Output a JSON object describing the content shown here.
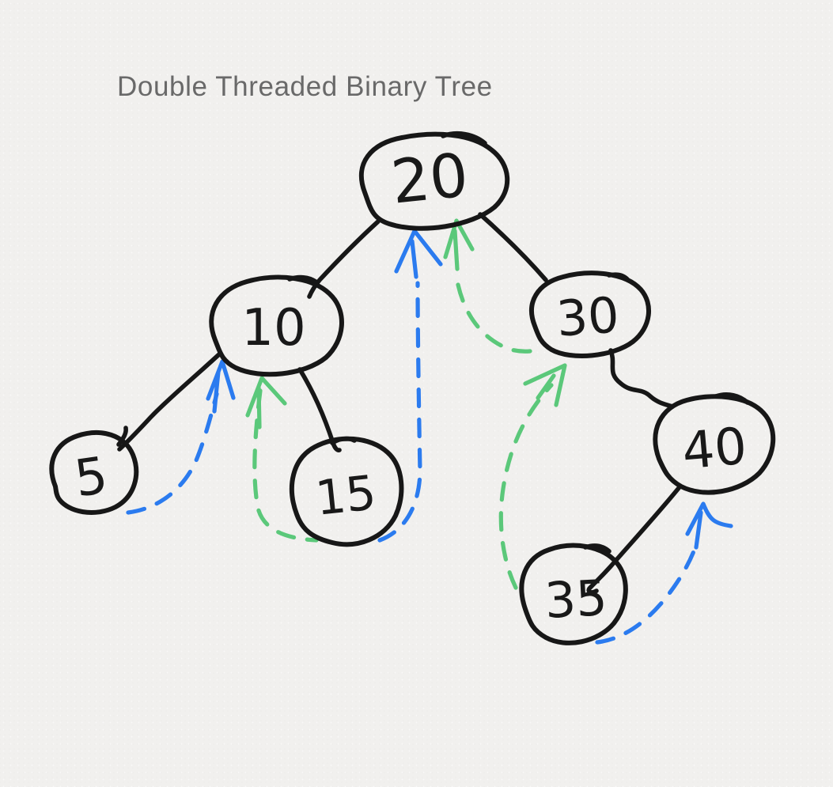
{
  "title": "Double Threaded Binary Tree",
  "palette": {
    "paper": "#f1f0ee",
    "ink": "#171717",
    "title_text": "#696969",
    "right_thread_blue": "#2b7bef",
    "left_thread_green": "#5bc87a"
  },
  "tree": {
    "nodes": [
      {
        "value": "20"
      },
      {
        "value": "10"
      },
      {
        "value": "30"
      },
      {
        "value": "5"
      },
      {
        "value": "15"
      },
      {
        "value": "40"
      },
      {
        "value": "35"
      }
    ],
    "edges": [
      {
        "from": "20",
        "to": "10",
        "side": "left"
      },
      {
        "from": "20",
        "to": "30",
        "side": "right"
      },
      {
        "from": "10",
        "to": "5",
        "side": "left"
      },
      {
        "from": "10",
        "to": "15",
        "side": "right"
      },
      {
        "from": "30",
        "to": "40",
        "side": "right"
      },
      {
        "from": "40",
        "to": "35",
        "side": "left"
      }
    ],
    "threads": [
      {
        "from": "5",
        "to": "10",
        "kind": "right-thread-successor",
        "color": "blue"
      },
      {
        "from": "15",
        "to": "10",
        "kind": "left-thread-predecessor",
        "color": "green"
      },
      {
        "from": "15",
        "to": "20",
        "kind": "right-thread-successor",
        "color": "blue"
      },
      {
        "from": "30",
        "to": "20",
        "kind": "left-thread-predecessor",
        "color": "green"
      },
      {
        "from": "35",
        "to": "30",
        "kind": "left-thread-predecessor",
        "color": "green"
      },
      {
        "from": "35",
        "to": "40",
        "kind": "right-thread-successor",
        "color": "blue"
      }
    ]
  }
}
